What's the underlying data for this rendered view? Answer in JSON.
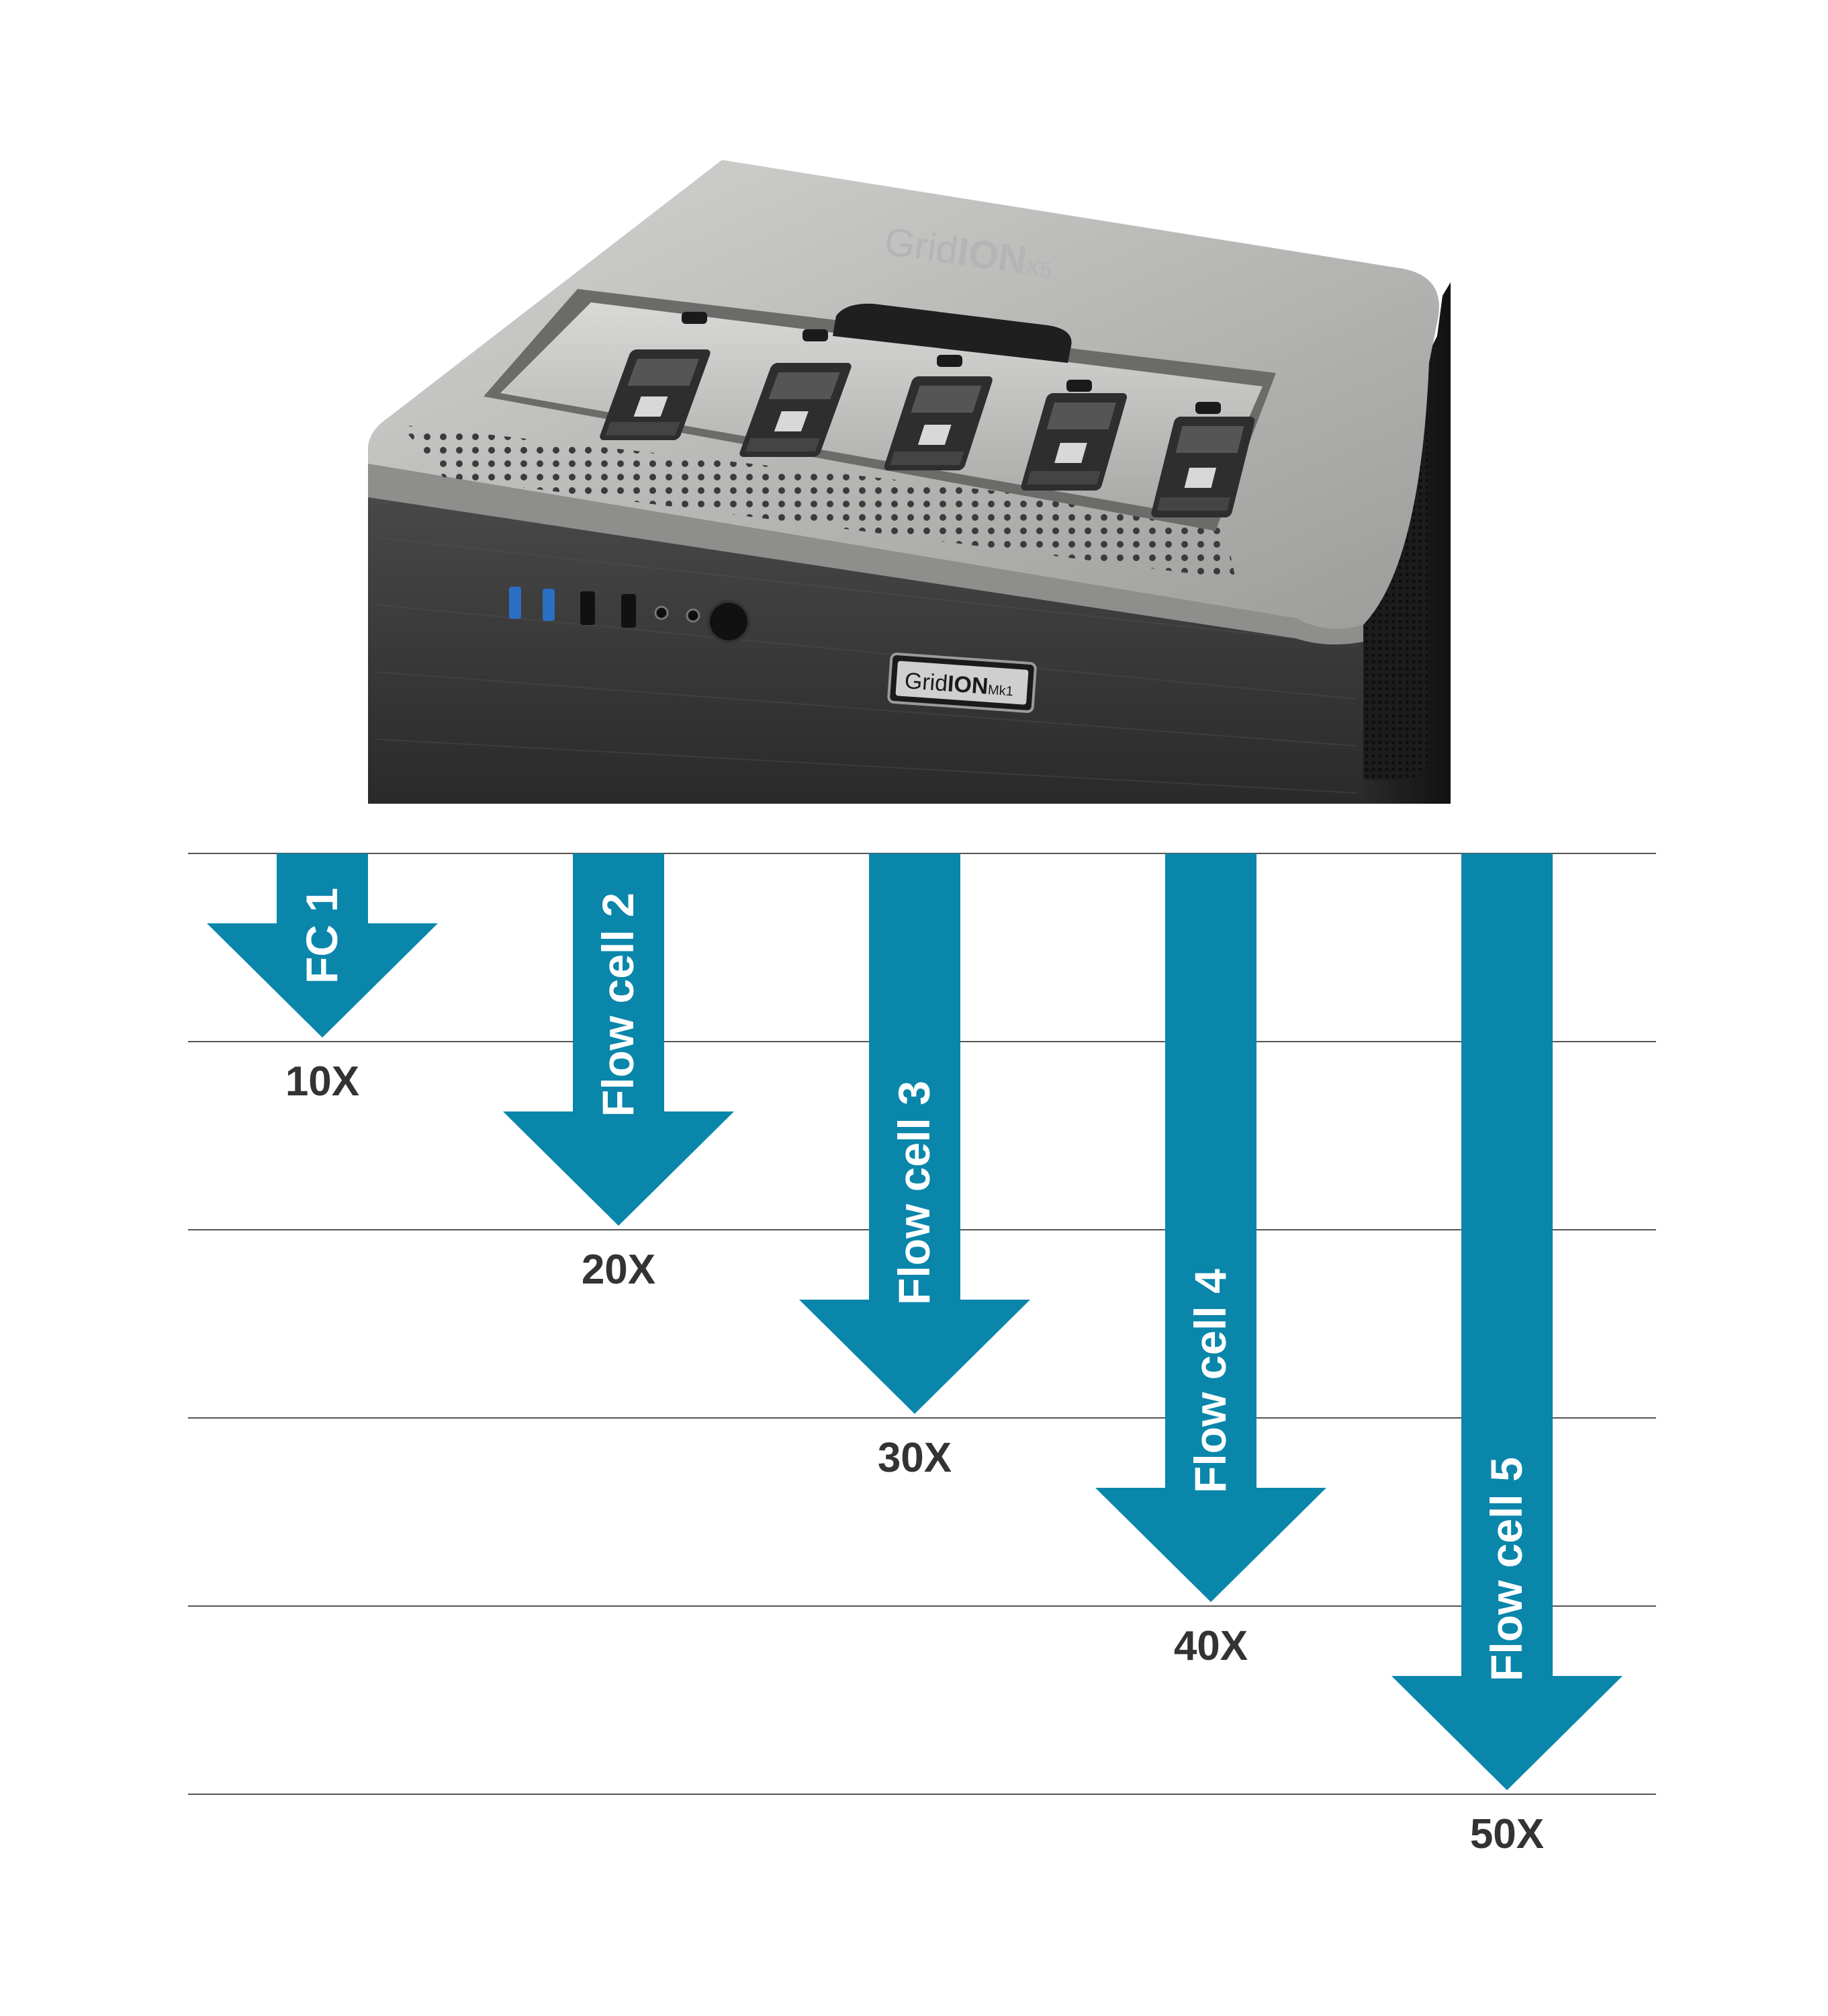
{
  "device": {
    "top_logo_prefix": "Grid",
    "top_logo_suffix": "ION",
    "top_logo_model": "X5",
    "badge_prefix": "Grid",
    "badge_suffix": "ION",
    "badge_model": "Mk1",
    "colors": {
      "lid": "#b9b9b7",
      "body": "#3a3a3a",
      "usb3": "#2a6fc4"
    }
  },
  "flow_cells": [
    {
      "label": "FC 1",
      "coverage": "10X"
    },
    {
      "label": "Flow cell 2",
      "coverage": "20X"
    },
    {
      "label": "Flow cell 3",
      "coverage": "30X"
    },
    {
      "label": "Flow cell 4",
      "coverage": "40X"
    },
    {
      "label": "Flow cell 5",
      "coverage": "50X"
    }
  ],
  "colors": {
    "arrow": "#0a86ab",
    "rule": "#555555",
    "coverage_text": "#333333"
  }
}
